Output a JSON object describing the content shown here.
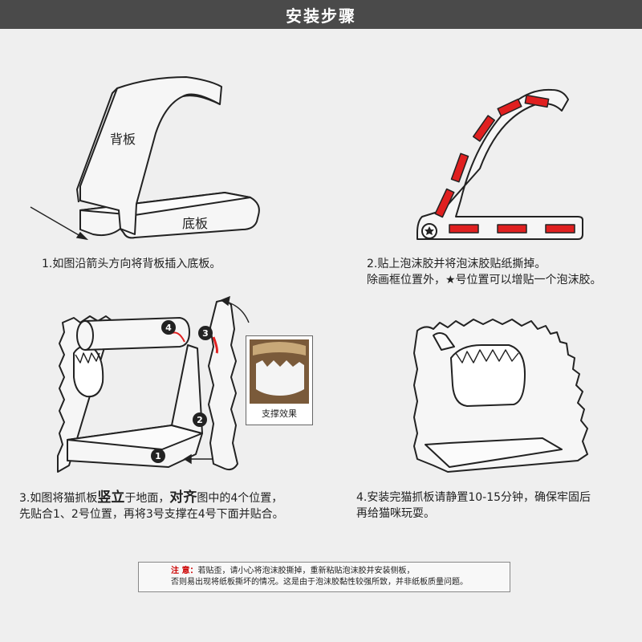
{
  "header": {
    "title": "安装步骤"
  },
  "step1": {
    "labels": {
      "back_panel": "背板",
      "base_panel": "底板"
    },
    "caption": "1.如图沿箭头方向将背板插入底板。"
  },
  "step2": {
    "caption_line1": "2.贴上泡沫胶并将泡沫胶贴纸撕掉。",
    "caption_line2": "除画框位置外，★号位置可以增贴一个泡沫胶。"
  },
  "step3": {
    "markers": [
      "1",
      "2",
      "3",
      "4"
    ],
    "photo_caption": "支撑效果",
    "caption_prefix": "3.如图将猫抓板",
    "caption_em1": "竖立",
    "caption_mid": "于地面，",
    "caption_em2": "对齐",
    "caption_suffix": "图中的4个位置，",
    "caption_line2": "先贴合1、2号位置，再将3号支撑在4号下面并贴合。"
  },
  "step4": {
    "caption_line1": "4.安装完猫抓板请静置10-15分钟，确保牢固后",
    "caption_line2": "再给猫咪玩耍。"
  },
  "notice": {
    "label": "注 意：",
    "line1": "若贴歪，请小心将泡沫胶撕掉，重新粘贴泡沫胶并安装侧板，",
    "line2": "否则易出现将纸板撕坏的情况。这是由于泡沫胶黏性较强所致，并非纸板质量问题。"
  },
  "colors": {
    "header_bg": "#4a4a4a",
    "foam_tape": "#e02020",
    "warning": "#cc1111"
  }
}
